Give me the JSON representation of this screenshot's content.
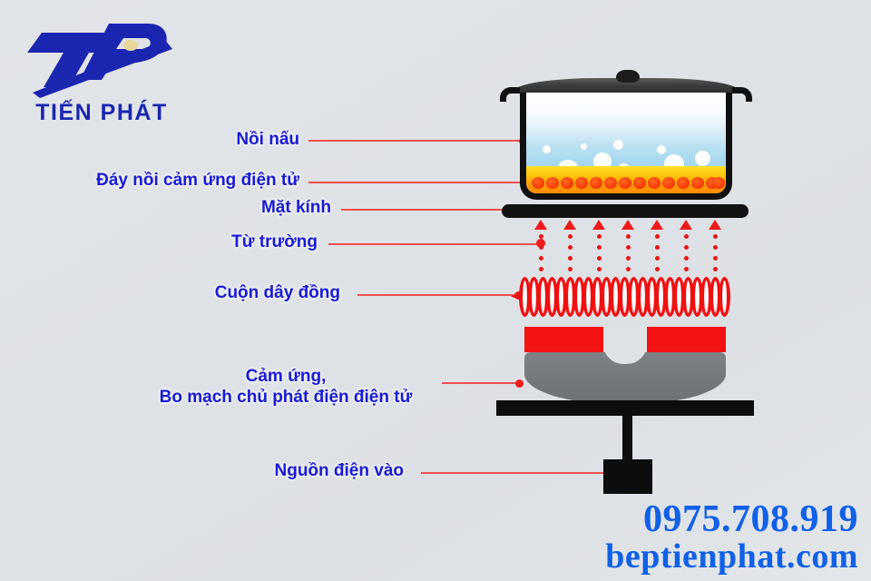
{
  "brand": {
    "logo_icon": "tp-monogram-icon",
    "name": "TIẾN PHÁT"
  },
  "diagram": {
    "title": "Induction cooker working principle",
    "labels": [
      {
        "id": "pot",
        "text": "Nồi nấu"
      },
      {
        "id": "pot-base",
        "text": "Đáy nồi cảm ứng điện tử"
      },
      {
        "id": "glass",
        "text": "Mặt kính"
      },
      {
        "id": "field",
        "text": "Từ trường"
      },
      {
        "id": "coil",
        "text": "Cuộn dây đồng"
      },
      {
        "id": "board-1",
        "text": "Cảm ứng,"
      },
      {
        "id": "board-2",
        "text": "Bo mạch chủ phát điện điện tử"
      },
      {
        "id": "power",
        "text": "Nguồn điện vào"
      }
    ],
    "parts": {
      "lid": "pot-lid",
      "knob": "pot-knob",
      "water": "boiling-water",
      "heated_base": "heated-pot-base",
      "glass_plate": "glass-cooktop",
      "magnetic_field": "magnetic-field-arrows",
      "copper_coil": "copper-induction-coil",
      "control_board": "control-board",
      "chassis": "chassis-bar",
      "power_cord": "power-cord",
      "power_plug": "power-plug"
    },
    "counts": {
      "field_arrows": 7,
      "coil_turns": 23,
      "hot_dots": 14,
      "bubbles": 12
    },
    "colors": {
      "background": "#dfe2e6",
      "label_text": "#1a1ad4",
      "leader_line": "#f05050",
      "leader_dot": "#f21c1c",
      "coil": "#f01010",
      "heat_band": "#ffc40c",
      "hot_dot": "#f53a06",
      "metal_body": "#76797c",
      "black_parts": "#0d0d0d",
      "brand_blue": "#1b26b0",
      "contact_blue": "#1160e8"
    }
  },
  "contact": {
    "phone": "0975.708.919",
    "website": "beptienphat.com"
  }
}
